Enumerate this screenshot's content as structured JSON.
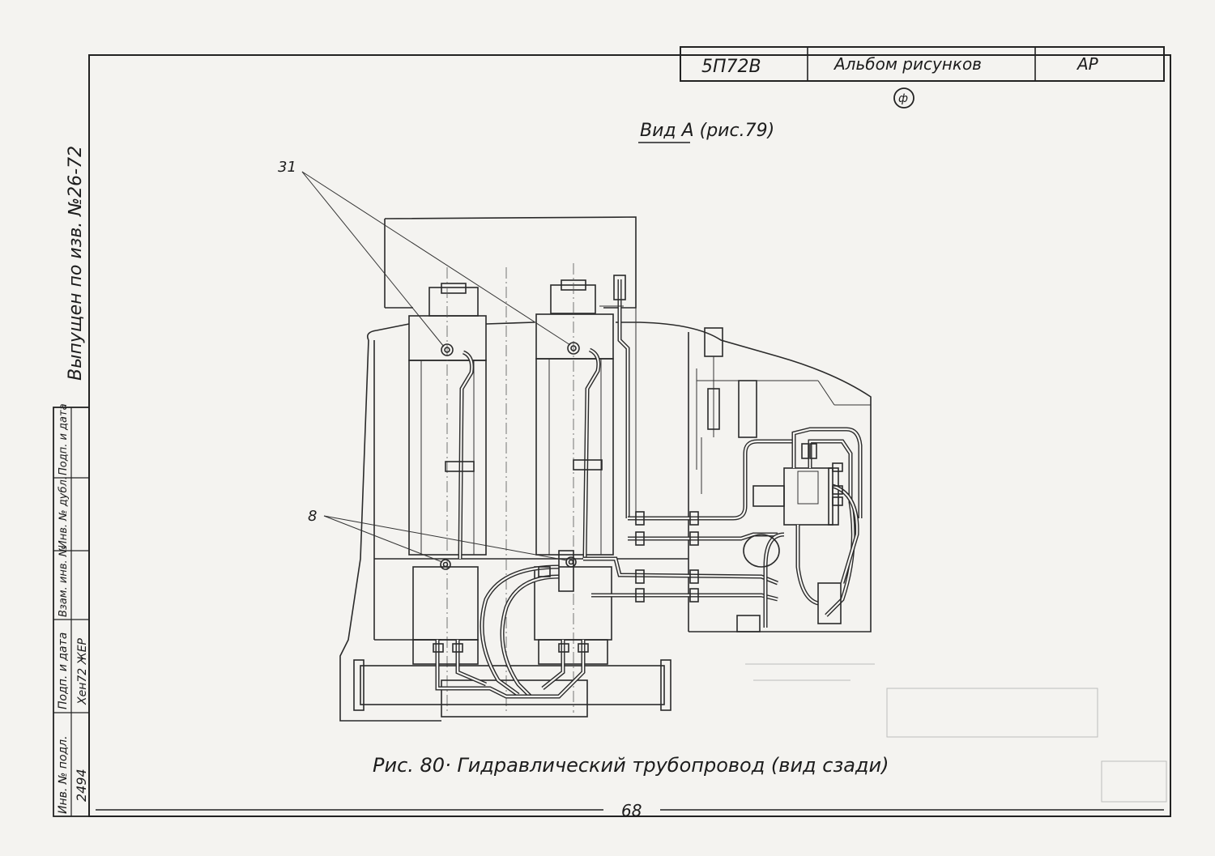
{
  "title_block": {
    "code": "5П72В",
    "album": "Альбом рисунков",
    "section": "АР",
    "stamp": "ф"
  },
  "view_label": "Вид А (рис.79)",
  "side_note": "Выпущен по изв. №26-72",
  "callouts": {
    "top": "31",
    "middle": "8"
  },
  "caption": "Рис. 80· Гидравлический трубопровод (вид сзади)",
  "page_number": "68",
  "stamp_table": {
    "cols": [
      {
        "header": "Инв. № подл.",
        "value": "2494"
      },
      {
        "header": "Подп. и дата",
        "value": "Хен72 ЖЕР"
      },
      {
        "header": "Взам. инв. №",
        "value": ""
      },
      {
        "header": "Инв. № дубл.",
        "value": ""
      },
      {
        "header": "Подп. и дата",
        "value": ""
      }
    ]
  }
}
